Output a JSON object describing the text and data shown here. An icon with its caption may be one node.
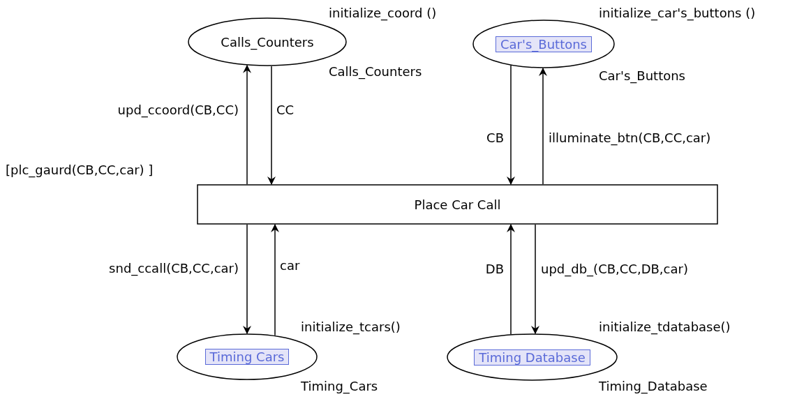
{
  "diagram": {
    "nodes": [
      {
        "text": [
          "Calls_Counters"
        ],
        "beside": [
          "initialize_coord ()",
          "Calls_Counters"
        ]
      },
      {
        "text": [
          "Car's_Buttons"
        ],
        "beside": [
          "initialize_car's_buttons ()",
          "Car's_Buttons"
        ]
      },
      {
        "text": [
          "Place Car Call"
        ],
        "beside": [
          "[plc_gaurd(CB,CC,car) ]"
        ]
      },
      {
        "text": [
          "Timing Cars"
        ],
        "beside": [
          "initialize_tcars()",
          "Timing_Cars"
        ]
      },
      {
        "text": [
          "Timing Database"
        ],
        "beside": [
          "initialize_tdatabase()",
          "Timing_Database"
        ]
      }
    ],
    "edges": [
      {
        "from": 2,
        "to": 0,
        "arrow": "to",
        "label": "upd_ccoord(CB,CC)"
      },
      {
        "from": 0,
        "to": 2,
        "arrow": "to",
        "label": "CC"
      },
      {
        "from": 1,
        "to": 2,
        "arrow": "to",
        "label": "CB"
      },
      {
        "from": 2,
        "to": 1,
        "arrow": "to",
        "label": "illuminate_btn(CB,CC,car)"
      },
      {
        "from": 2,
        "to": 3,
        "arrow": "to",
        "label": "snd_ccall(CB,CC,car)"
      },
      {
        "from": 3,
        "to": 2,
        "arrow": "to",
        "label": "car"
      },
      {
        "from": 4,
        "to": 2,
        "arrow": "to",
        "label": "DB"
      },
      {
        "from": 2,
        "to": 4,
        "arrow": "to",
        "label": "upd_db_(CB,CC,DB,car)"
      }
    ]
  }
}
